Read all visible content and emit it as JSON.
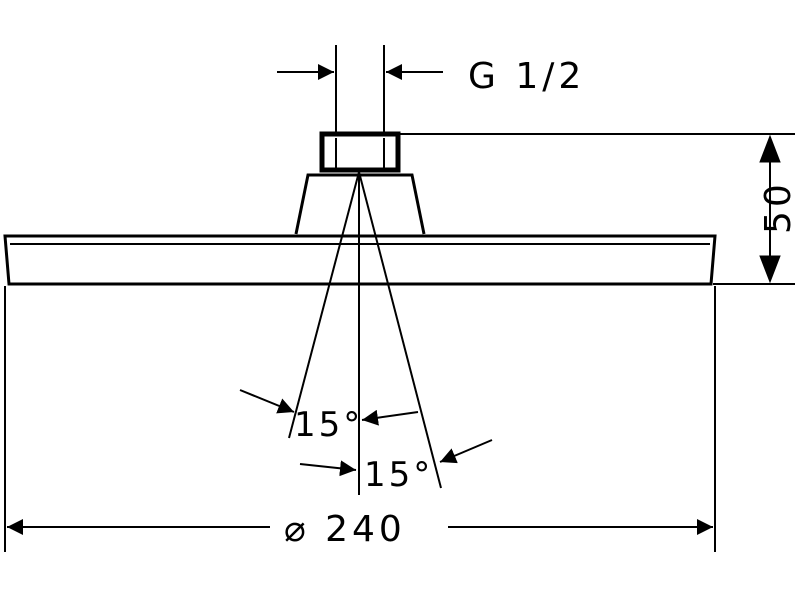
{
  "drawing": {
    "thread_label": "G 1/2",
    "height_label": "50",
    "angle_left_label": "15°",
    "angle_right_label": "15°",
    "diameter_label": "⌀ 240",
    "line_color": "#000000",
    "background_color": "#ffffff"
  }
}
